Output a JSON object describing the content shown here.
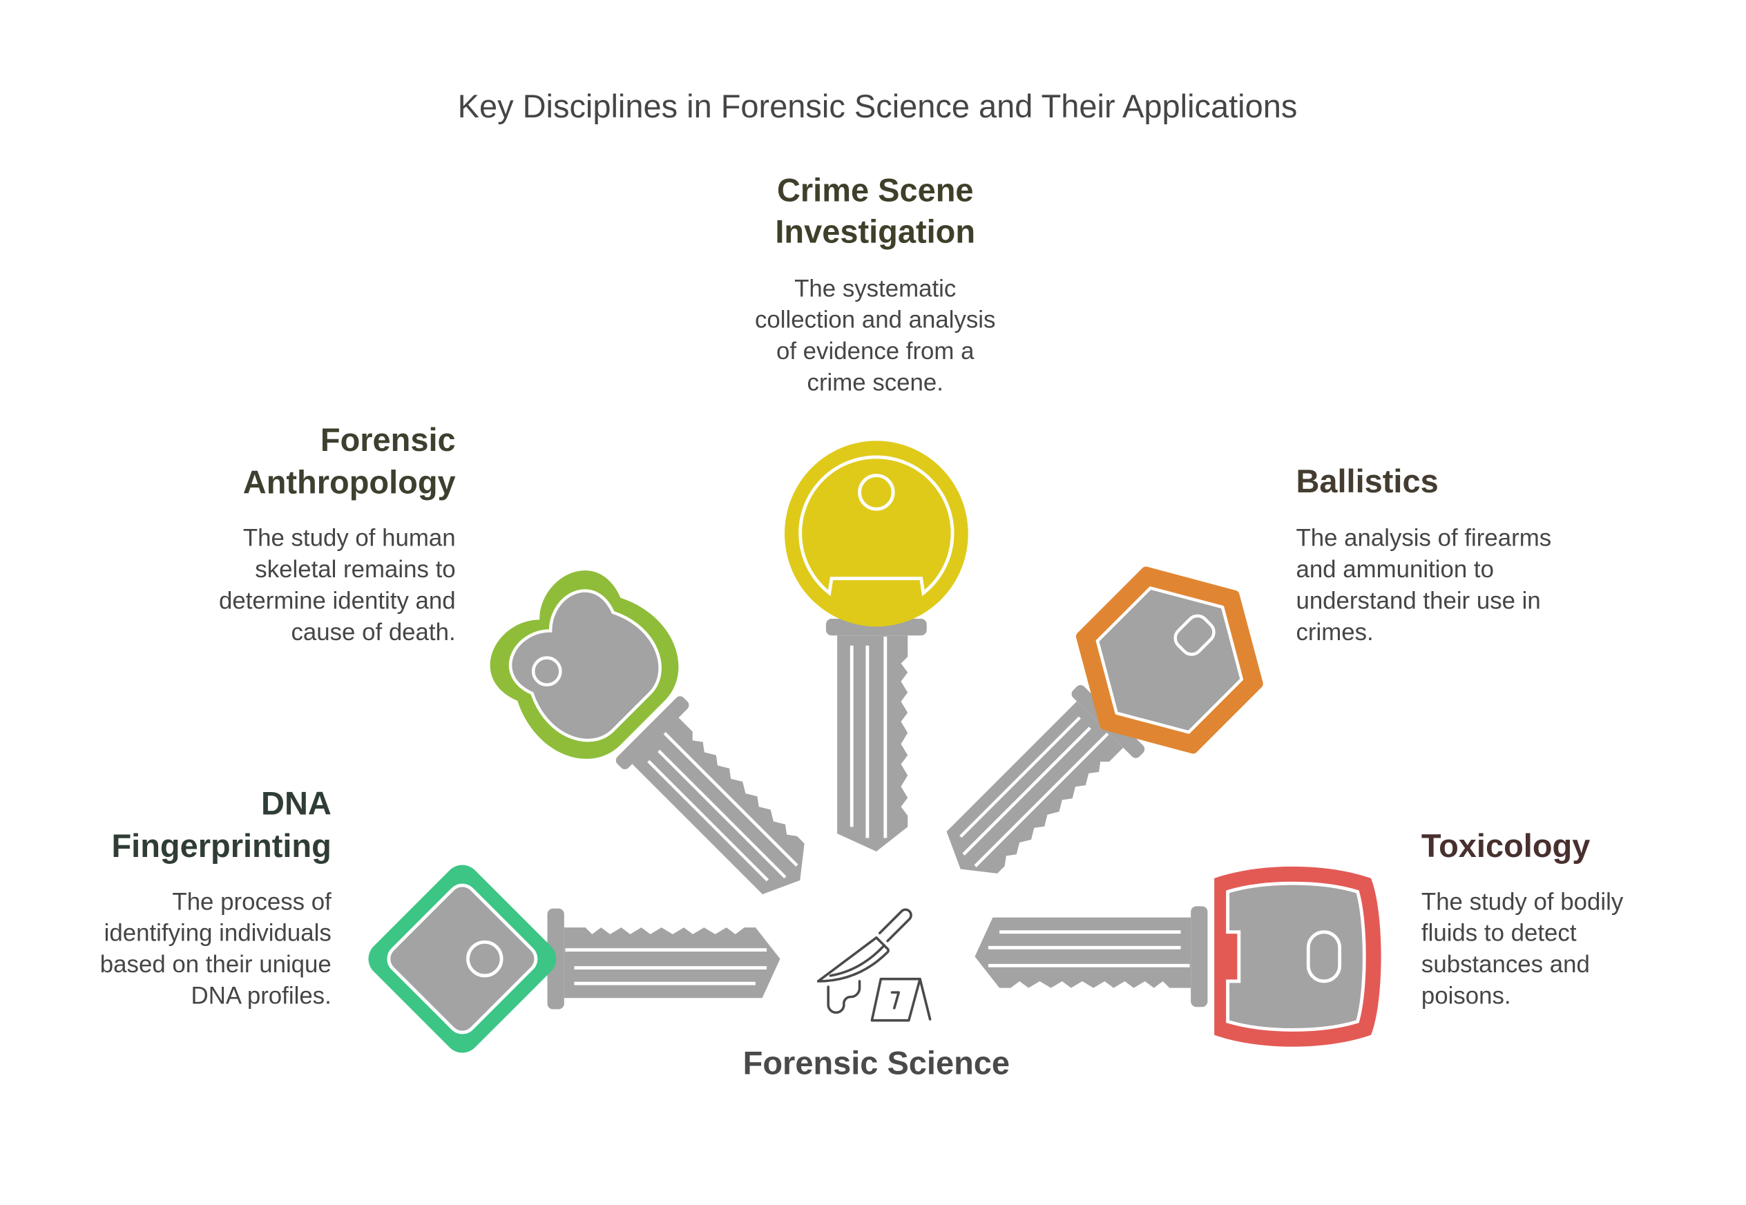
{
  "title": "Key Disciplines in Forensic Science and Their Applications",
  "center": {
    "label": "Forensic Science",
    "icon": "knife-evidence-marker-icon",
    "marker_number": "7"
  },
  "disciplines": [
    {
      "name_lines": [
        "Crime Scene",
        "Investigation"
      ],
      "desc_lines": [
        "The systematic",
        "collection and analysis",
        "of evidence from a",
        "crime scene."
      ],
      "color": "#dfca1a",
      "text_color": "#3f3f2a"
    },
    {
      "name_lines": [
        "Forensic",
        "Anthropology"
      ],
      "desc_lines": [
        "The study of human",
        "skeletal remains to",
        "determine identity and",
        "cause of death."
      ],
      "color": "#8fbd3a",
      "text_color": "#3e3f2e"
    },
    {
      "name_lines": [
        "Ballistics"
      ],
      "desc_lines": [
        "The analysis of firearms",
        "and ammunition to",
        "understand their use in",
        "crimes."
      ],
      "color": "#e08632",
      "text_color": "#443c30"
    },
    {
      "name_lines": [
        "DNA",
        "Fingerprinting"
      ],
      "desc_lines": [
        "The process of",
        "identifying individuals",
        "based on their unique",
        "DNA profiles."
      ],
      "color": "#3cc585",
      "text_color": "#2f3d35"
    },
    {
      "name_lines": [
        "Toxicology"
      ],
      "desc_lines": [
        "The study of bodily",
        "fluids to detect",
        "substances and",
        "poisons."
      ],
      "color": "#e35a55",
      "text_color": "#48302f"
    }
  ]
}
